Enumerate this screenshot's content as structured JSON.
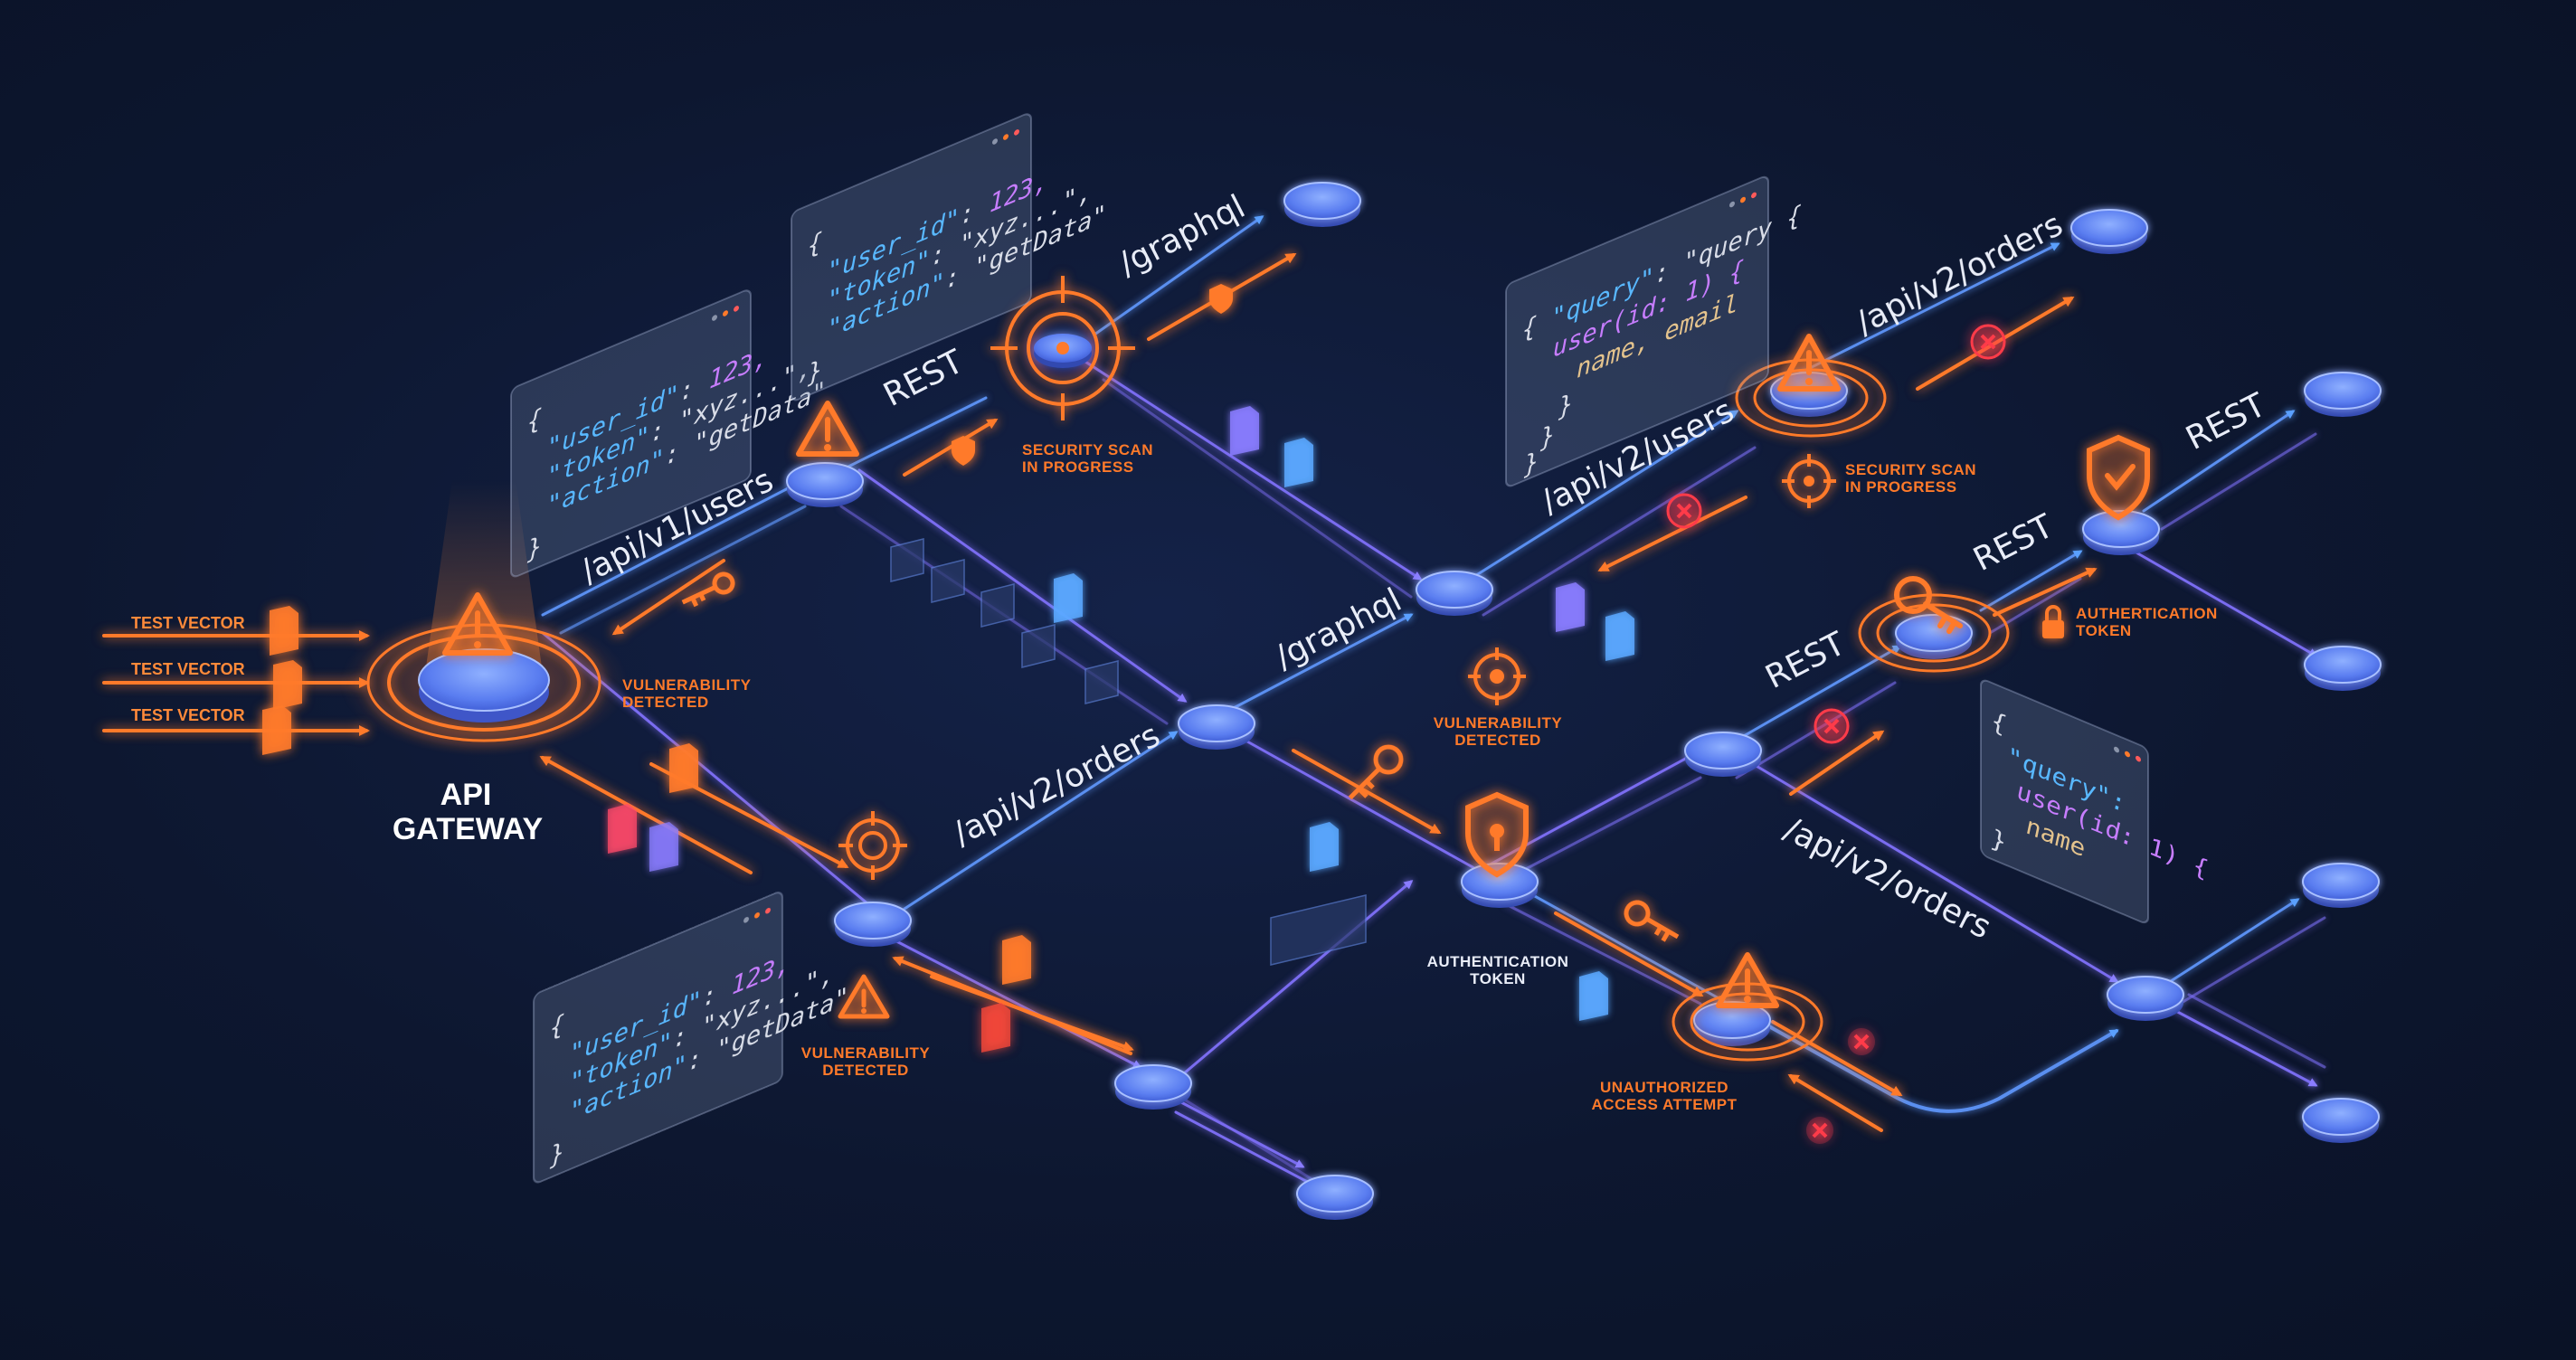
{
  "gateway": {
    "line1": "API",
    "line2": "GATEWAY"
  },
  "test_vectors": [
    "TEST VECTOR",
    "TEST VECTOR",
    "TEST VECTOR"
  ],
  "routes": {
    "api_v1_users": "/api/v1/users",
    "rest_top": "REST",
    "graphql_top": "/graphql",
    "graphql_mid": "/graphql",
    "api_v2_orders_left": "/api/v2/orders",
    "api_v2_users": "/api/v2/users",
    "api_v2_orders_top": "/api/v2/orders",
    "rest_right_a": "REST",
    "rest_right_b": "REST",
    "rest_right_c": "REST",
    "api_v2_orders_right": "/api/v2/orders"
  },
  "status_labels": {
    "vuln_gateway": [
      "VULNERABILITY",
      "DETECTED"
    ],
    "scan_top": [
      "SECURITY SCAN",
      "IN PROGRESS"
    ],
    "scan_right": [
      "SECURITY SCAN",
      "IN PROGRESS"
    ],
    "vuln_center": [
      "VULNERABILITY",
      "DETECTED"
    ],
    "vuln_bottom": [
      "VULNERABILITY",
      "DETECTED"
    ],
    "auth_center": [
      "AUTHENTICATION",
      "TOKEN"
    ],
    "auth_right": [
      "AUTHERTICATION",
      "TOKEN"
    ],
    "unauth": [
      "UNAUTHORIZED",
      "ACCESS ATTEMPT"
    ]
  },
  "code_panels": {
    "panel_a": {
      "open": "{",
      "k1": "\"user_id\"",
      "v1": "123,",
      "k2": "\"token\"",
      "v2": "\"xyz...\",",
      "k3": "\"action\"",
      "v3": "\"getData\"",
      "close": "}"
    },
    "panel_b": {
      "open": "{",
      "k1": "\"user_id\"",
      "v1": "123,",
      "k2": "\"token\"",
      "v2": "\"xyz...\",",
      "k3": "\"action\"",
      "v3": "\"getData\"",
      "close": "}"
    },
    "panel_c": {
      "open": "{",
      "k1": "\"user_id\"",
      "v1": "123,",
      "k2": "\"token\"",
      "v2": "\"xyz...\",",
      "k3": "\"action\"",
      "v3": "\"getData\"",
      "close": "}"
    },
    "panel_d": {
      "open": "{",
      "k1": "\"query\"",
      "v1": "\"query {",
      "f1": "user(id: 1) {",
      "f2": "name, email",
      "c1": "}",
      "c2": "}",
      "close": "}"
    },
    "panel_e": {
      "open": "{",
      "k1": "\"query\":",
      "f1": "user(id: 1) {",
      "f2": "name",
      "close": "}"
    }
  },
  "colors": {
    "background": "#0d1730",
    "node": "#4f6fe0",
    "node_glow": "#7f9dff",
    "alert": "#ff7a2a",
    "error": "#ff3b4a",
    "link_blue": "#4f8ff0",
    "link_purple": "#7a6cf0"
  },
  "icons": [
    "warning-icon",
    "target-icon",
    "shield-icon",
    "key-icon",
    "lock-icon",
    "document-icon",
    "error-x-icon",
    "shield-check-icon"
  ]
}
